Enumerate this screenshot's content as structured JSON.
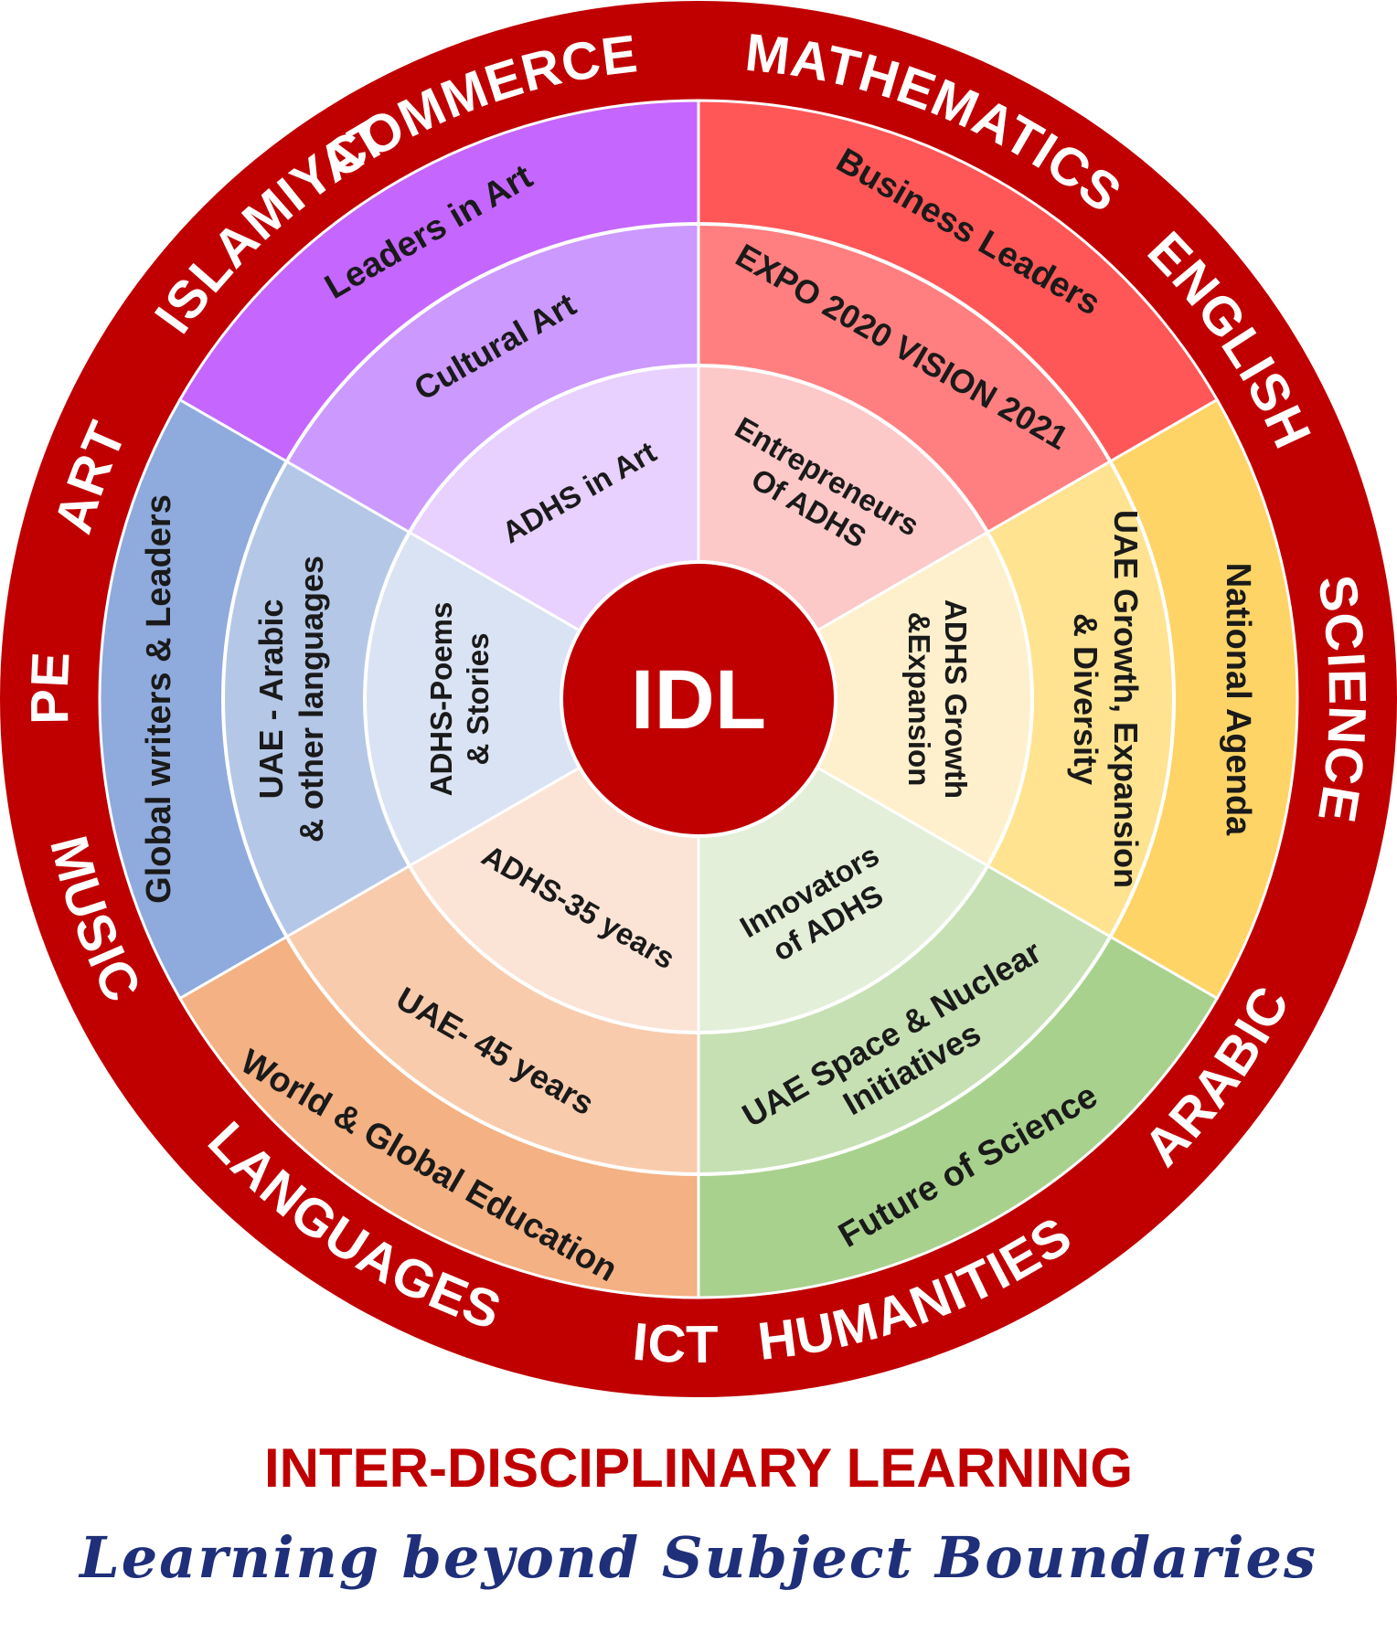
{
  "center": {
    "label": "IDL",
    "color": "#c00000"
  },
  "ring_color": "#c00000",
  "subjects": [
    {
      "label": "COMMERCE",
      "angle": -20
    },
    {
      "label": "MATHEMATICS",
      "angle": 22
    },
    {
      "label": "ENGLISH",
      "angle": 56
    },
    {
      "label": "SCIENCE",
      "angle": 90
    },
    {
      "label": "ARABIC",
      "angle": 126
    },
    {
      "label": "HUMANITIES",
      "angle": 160
    },
    {
      "label": "ICT",
      "angle": 182
    },
    {
      "label": "LANGUAGES",
      "angle": 213
    },
    {
      "label": "MUSIC",
      "angle": 250
    },
    {
      "label": "PE",
      "angle": 271
    },
    {
      "label": "ART",
      "angle": 290
    },
    {
      "label": "ISLAMIYAT",
      "angle": 318
    }
  ],
  "sectors": [
    {
      "name": "red",
      "colors": [
        "#fcc8c8",
        "#ff7f80",
        "#ff5757"
      ],
      "outer": [
        "Business Leaders"
      ],
      "middle": [
        "EXPO 2020  VISION 2021"
      ],
      "inner": [
        "Entrepreneurs",
        "Of ADHS"
      ]
    },
    {
      "name": "yellow",
      "colors": [
        "#fff0cd",
        "#ffe390",
        "#ffd466"
      ],
      "outer": [
        "National Agenda"
      ],
      "middle": [
        "UAE Growth, Expansion",
        "& Diversity"
      ],
      "inner": [
        "ADHS Growth",
        "&Expansion"
      ]
    },
    {
      "name": "green",
      "colors": [
        "#e3efd8",
        "#c6e0b4",
        "#a9d18e"
      ],
      "outer": [
        "Future of Science"
      ],
      "middle": [
        "UAE Space & Nuclear",
        "Initiatives"
      ],
      "inner": [
        "Innovators",
        "of ADHS"
      ]
    },
    {
      "name": "orange",
      "colors": [
        "#fbe4d6",
        "#f8cbad",
        "#f4b183"
      ],
      "outer": [
        "World & Global Education"
      ],
      "middle": [
        "UAE- 45 years"
      ],
      "inner": [
        "ADHS-35  years"
      ]
    },
    {
      "name": "blue",
      "colors": [
        "#dae3f3",
        "#b4c7e7",
        "#8faadc"
      ],
      "outer": [
        "Global writers & Leaders"
      ],
      "middle": [
        "UAE  - Arabic",
        "& other languages"
      ],
      "inner": [
        "ADHS-Poems",
        "& Stories"
      ]
    },
    {
      "name": "purple",
      "colors": [
        "#e8d0ff",
        "#cc99ff",
        "#c566ff"
      ],
      "outer": [
        "Leaders in Art"
      ],
      "middle": [
        "Cultural Art"
      ],
      "inner": [
        "ADHS  in Art"
      ]
    }
  ],
  "title": "INTER-DISCIPLINARY LEARNING",
  "subtitle": "Learning beyond Subject Boundaries"
}
